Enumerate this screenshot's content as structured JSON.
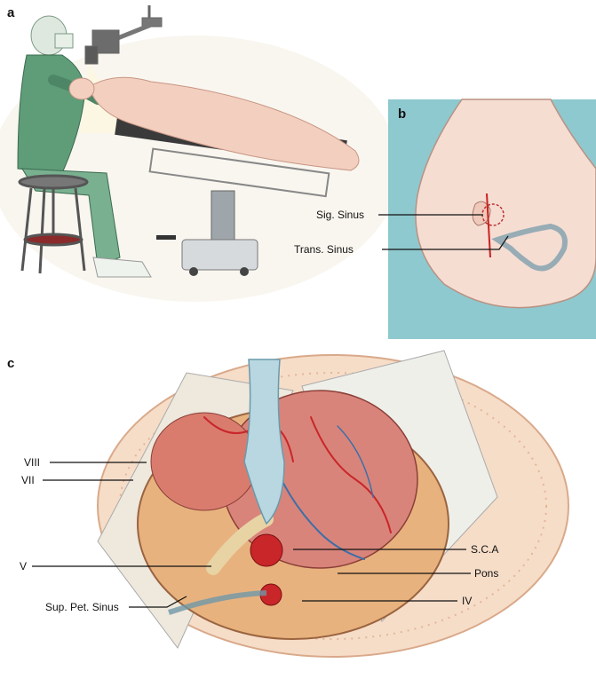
{
  "panels": {
    "a": {
      "letter": "a"
    },
    "b": {
      "letter": "b",
      "labels": {
        "sig_sinus": "Sig. Sinus",
        "trans_sinus": "Trans. Sinus"
      }
    },
    "c": {
      "letter": "c",
      "labels": {
        "viii": "VIII",
        "vii": "VII",
        "v": "V",
        "sup_pet_sinus": "Sup. Pet. Sinus",
        "sca": "S.C.A",
        "pons": "Pons",
        "iv": "IV"
      }
    }
  },
  "colors": {
    "panel_b_bg": "#8ec9cf",
    "skin": "#f3cfc0",
    "surgeon_gown": "#5f9c78",
    "brain": "#d9847a",
    "vessel_red": "#c9262a",
    "vessel_blue": "#3d6fa8",
    "retractor": "#b8d7e0"
  }
}
